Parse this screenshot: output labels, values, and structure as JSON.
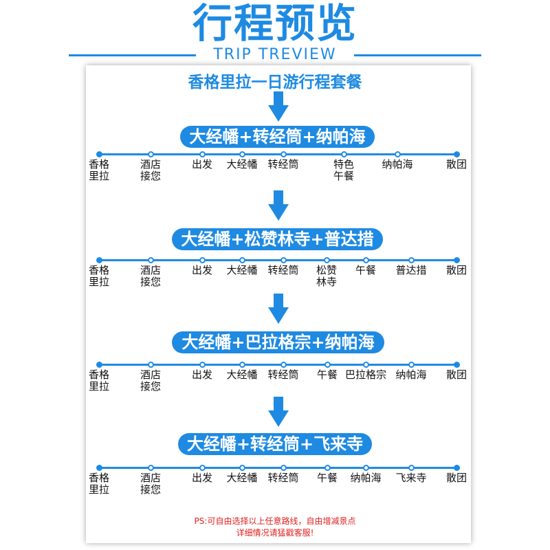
{
  "header": {
    "title": "行程预览",
    "subtitle": "TRIP TREVIEW"
  },
  "package_title": "香格里拉一日游行程套餐",
  "accent_color": "#1e8ae2",
  "routes": [
    {
      "name": "大经幡+转经筒+纳帕海",
      "stops": [
        "香格\n里拉",
        "酒店\n接您",
        "出发",
        "大经幡",
        "转经筒",
        "特色\n午餐",
        "纳帕海",
        "散团"
      ]
    },
    {
      "name": "大经幡+松赞林寺+普达措",
      "stops": [
        "香格\n里拉",
        "酒店\n接您",
        "出发",
        "大经幡",
        "转经筒",
        "松赞\n林寺",
        "午餐",
        "普达措",
        "散团"
      ]
    },
    {
      "name": "大经幡+巴拉格宗+纳帕海",
      "stops": [
        "香格\n里拉",
        "酒店\n接您",
        "出发",
        "大经幡",
        "转经筒",
        "午餐",
        "巴拉格宗",
        "纳帕海",
        "散团"
      ]
    },
    {
      "name": "大经幡+转经筒+飞来寺",
      "stops": [
        "香格\n里拉",
        "酒店\n接您",
        "出发",
        "大经幡",
        "转经筒",
        "午餐",
        "纳帕海",
        "飞来寺",
        "散团"
      ]
    }
  ],
  "note": {
    "line1": "PS:可自由选择以上任意路线，自由增减景点",
    "line2": "详细情况请猛戳客服!"
  }
}
